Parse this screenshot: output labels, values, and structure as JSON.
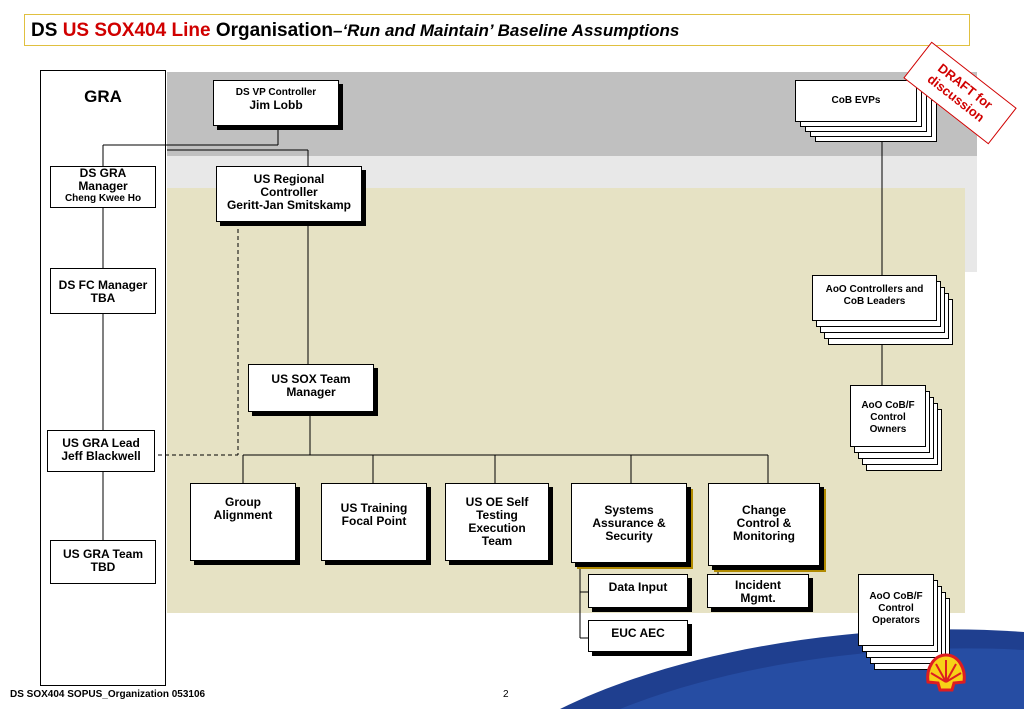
{
  "title": {
    "part1": "DS",
    "part2": "US SOX404 Line",
    "part3": "Organisation",
    "part4": "–‘Run and Maintain’ Baseline Assumptions"
  },
  "draft_label": {
    "line1": "DRAFT for",
    "line2": "discussion"
  },
  "gra": {
    "label": "GRA",
    "manager": {
      "line1": "DS GRA",
      "line2": "Manager",
      "line3": "Cheng Kwee Ho"
    },
    "fc_manager": {
      "line1": "DS FC Manager",
      "line2": "TBA"
    },
    "lead": {
      "line1": "US GRA Lead",
      "line2": "Jeff Blackwell"
    },
    "team": {
      "line1": "US GRA Team",
      "line2": "TBD"
    }
  },
  "vp_controller": {
    "line1": "DS VP Controller",
    "line2": "Jim Lobb"
  },
  "regional_controller": {
    "line1": "US Regional",
    "line2": "Controller",
    "line3": "Geritt-Jan Smitskamp"
  },
  "sox_team_manager": {
    "line1": "US SOX Team",
    "line2": "Manager"
  },
  "teams": [
    {
      "line1": "Group",
      "line2": "Alignment",
      "line3": "",
      "line4": ""
    },
    {
      "line1": "US Training",
      "line2": "Focal Point",
      "line3": "",
      "line4": ""
    },
    {
      "line1": "US OE Self",
      "line2": "Testing",
      "line3": "Execution",
      "line4": "Team"
    },
    {
      "line1": "Systems",
      "line2": "Assurance &",
      "line3": "Security",
      "line4": ""
    },
    {
      "line1": "Change",
      "line2": "Control &",
      "line3": "Monitoring",
      "line4": ""
    }
  ],
  "sub_boxes": {
    "data_input": "Data Input",
    "euc_aec": "EUC AEC",
    "incident": {
      "line1": "Incident",
      "line2": "Mgmt."
    }
  },
  "cob": {
    "evps": "CoB EVPs",
    "aoo_controllers": {
      "line1": "AoO Controllers and",
      "line2": "CoB Leaders"
    },
    "control_owners": {
      "line1": "AoO CoB/F",
      "line2": "Control",
      "line3": "Owners"
    },
    "control_operators": {
      "line1": "AoO CoB/F",
      "line2": "Control",
      "line3": "Operators"
    }
  },
  "footer": {
    "doc": "DS SOX404 SOPUS_Organization 053106",
    "page": "2"
  },
  "colors": {
    "accent_red": "#d00000",
    "band_gray": "#c0c0c0",
    "band_beige": "#e6e2c4",
    "shell_yellow": "#f7d117",
    "shell_red": "#dd1d21",
    "wave_blue": "#1f3f8f"
  }
}
